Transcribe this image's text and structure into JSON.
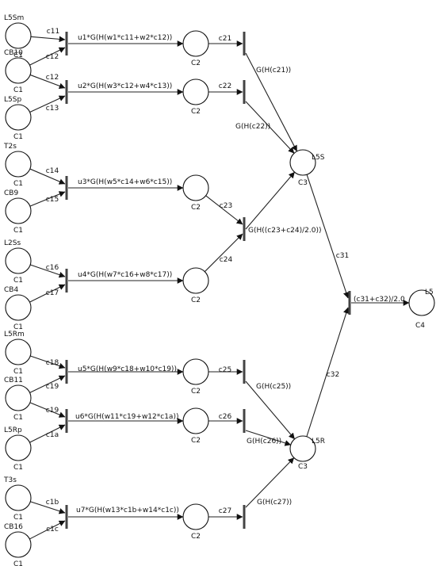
{
  "places": [
    {
      "id": "L5Sm",
      "top": "L5Sm",
      "bottom": "C1"
    },
    {
      "id": "CB10",
      "top": "CB10",
      "bottom": "C1"
    },
    {
      "id": "L5Sp",
      "top": "L5Sp",
      "bottom": "C1"
    },
    {
      "id": "T2s",
      "top": "T2s",
      "bottom": "C1"
    },
    {
      "id": "CB9",
      "top": "CB9",
      "bottom": "C1"
    },
    {
      "id": "L2Ss",
      "top": "L2Ss",
      "bottom": "C1"
    },
    {
      "id": "CB4",
      "top": "CB4",
      "bottom": "C1"
    },
    {
      "id": "L5Rm",
      "top": "L5Rm",
      "bottom": "C1"
    },
    {
      "id": "CB11",
      "top": "CB11",
      "bottom": "C1"
    },
    {
      "id": "L5Rp",
      "top": "L5Rp",
      "bottom": "C1"
    },
    {
      "id": "T3s",
      "top": "T3s",
      "bottom": "C1"
    },
    {
      "id": "CB16",
      "top": "CB16",
      "bottom": "C1"
    },
    {
      "id": "M1",
      "top": "",
      "bottom": "C2"
    },
    {
      "id": "M2",
      "top": "",
      "bottom": "C2"
    },
    {
      "id": "M3",
      "top": "",
      "bottom": "C2"
    },
    {
      "id": "M4",
      "top": "",
      "bottom": "C2"
    },
    {
      "id": "M5",
      "top": "",
      "bottom": "C2"
    },
    {
      "id": "M6",
      "top": "",
      "bottom": "C2"
    },
    {
      "id": "M7",
      "top": "",
      "bottom": "C2"
    },
    {
      "id": "L5S",
      "right": "L5S",
      "bottom": "C3"
    },
    {
      "id": "L5R",
      "right": "L5R",
      "bottom": "C3"
    },
    {
      "id": "L5",
      "top": "L5",
      "bottom": "C4"
    }
  ],
  "transitions": [
    {
      "id": "T1",
      "label": "u1*G(H(w1*c11+w2*c12))"
    },
    {
      "id": "T2",
      "label": "u2*G(H(w3*c12+w4*c13))"
    },
    {
      "id": "T3",
      "label": "u3*G(H(w5*c14+w6*c15))"
    },
    {
      "id": "T4",
      "label": "u4*G(H(w7*c16+w8*c17))"
    },
    {
      "id": "T5",
      "label": "u5*G(H(w9*c18+w10*c19))"
    },
    {
      "id": "T6",
      "label": "u6*G(H(w11*c19+w12*c1a))"
    },
    {
      "id": "T7",
      "label": "u7*G(H(w13*c1b+w14*c1c))"
    },
    {
      "id": "S1",
      "label": "G(H(c21))"
    },
    {
      "id": "S2",
      "label": "G(H(c22))"
    },
    {
      "id": "S3",
      "label": "G(H((c23+c24)/2.0))"
    },
    {
      "id": "S5",
      "label": "G(H(c25))"
    },
    {
      "id": "S6",
      "label": "G(H(c26))"
    },
    {
      "id": "S7",
      "label": "G(H(c27))"
    },
    {
      "id": "F",
      "label": "(c31+c32)/2.0"
    }
  ],
  "arcs": [
    {
      "id": "a-c11",
      "label": "c11"
    },
    {
      "id": "a-c12a",
      "label": "c12"
    },
    {
      "id": "a-c12b",
      "label": "c12"
    },
    {
      "id": "a-c13",
      "label": "c13"
    },
    {
      "id": "a-c14",
      "label": "c14"
    },
    {
      "id": "a-c15",
      "label": "c15"
    },
    {
      "id": "a-c16",
      "label": "c16"
    },
    {
      "id": "a-c17",
      "label": "c17"
    },
    {
      "id": "a-c18",
      "label": "c18"
    },
    {
      "id": "a-c19a",
      "label": "c19"
    },
    {
      "id": "a-c19b",
      "label": "c19"
    },
    {
      "id": "a-c1a",
      "label": "c1a"
    },
    {
      "id": "a-c1b",
      "label": "c1b"
    },
    {
      "id": "a-c1c",
      "label": "c1c"
    },
    {
      "id": "a-c21",
      "label": "c21"
    },
    {
      "id": "a-c22",
      "label": "c22"
    },
    {
      "id": "a-c23",
      "label": "c23"
    },
    {
      "id": "a-c24",
      "label": "c24"
    },
    {
      "id": "a-c25",
      "label": "c25"
    },
    {
      "id": "a-c26",
      "label": "c26"
    },
    {
      "id": "a-c27",
      "label": "c27"
    },
    {
      "id": "a-c31",
      "label": "c31"
    },
    {
      "id": "a-c32",
      "label": "c32"
    }
  ]
}
